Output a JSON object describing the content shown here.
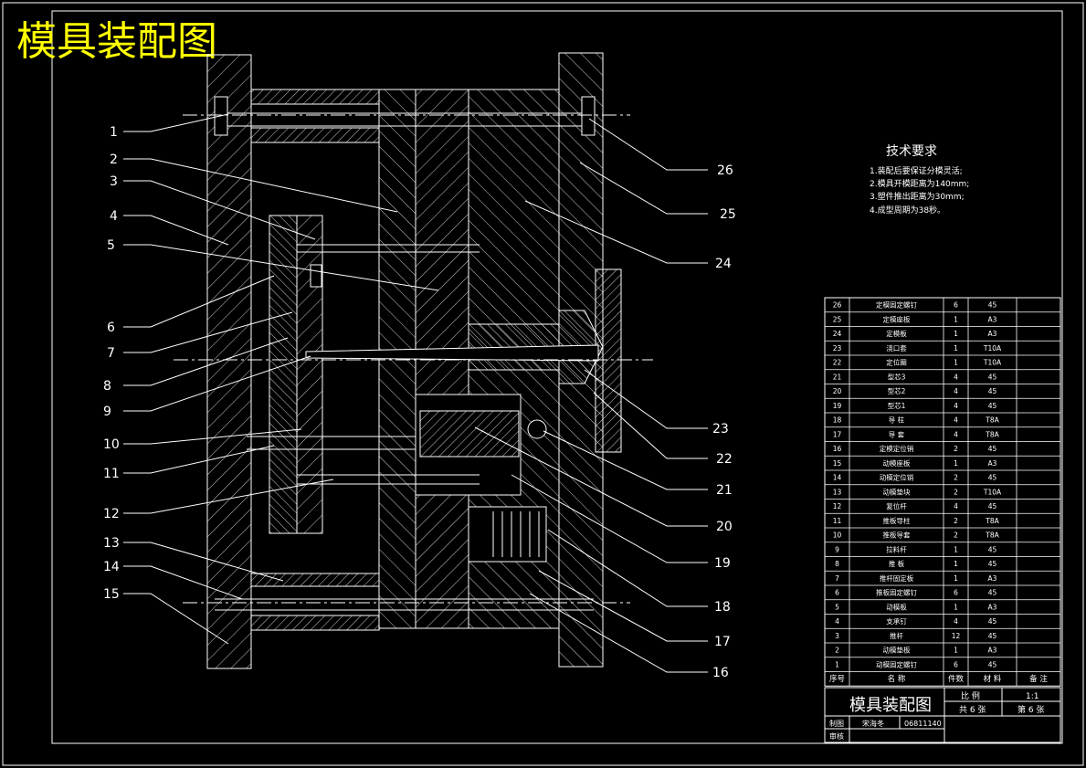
{
  "title": "模具装配图",
  "tech_requirements": {
    "heading": "技术要求",
    "items": [
      "1.装配后要保证分模灵活;",
      "2.模具开模距离为140mm;",
      "3.塑件推出距离为30mm;",
      "4.成型周期为38秒。"
    ]
  },
  "callouts": [
    "1",
    "2",
    "3",
    "4",
    "5",
    "6",
    "7",
    "8",
    "9",
    "10",
    "11",
    "12",
    "13",
    "14",
    "15",
    "16",
    "17",
    "18",
    "19",
    "20",
    "21",
    "22",
    "23",
    "24",
    "25",
    "26"
  ],
  "bom": {
    "rows": [
      {
        "no": "26",
        "name": "定模固定螺钉",
        "qty": "6",
        "mat": "45",
        "note": ""
      },
      {
        "no": "25",
        "name": "定模座板",
        "qty": "1",
        "mat": "A3",
        "note": ""
      },
      {
        "no": "24",
        "name": "定模板",
        "qty": "1",
        "mat": "A3",
        "note": ""
      },
      {
        "no": "23",
        "name": "浇口套",
        "qty": "1",
        "mat": "T10A",
        "note": ""
      },
      {
        "no": "22",
        "name": "定位圈",
        "qty": "1",
        "mat": "T10A",
        "note": ""
      },
      {
        "no": "21",
        "name": "型芯3",
        "qty": "4",
        "mat": "45",
        "note": ""
      },
      {
        "no": "20",
        "name": "型芯2",
        "qty": "4",
        "mat": "45",
        "note": ""
      },
      {
        "no": "19",
        "name": "型芯1",
        "qty": "4",
        "mat": "45",
        "note": ""
      },
      {
        "no": "18",
        "name": "导 柱",
        "qty": "4",
        "mat": "T8A",
        "note": ""
      },
      {
        "no": "17",
        "name": "导 套",
        "qty": "4",
        "mat": "T8A",
        "note": ""
      },
      {
        "no": "16",
        "name": "定模定位销",
        "qty": "2",
        "mat": "45",
        "note": ""
      },
      {
        "no": "15",
        "name": "动模座板",
        "qty": "1",
        "mat": "A3",
        "note": ""
      },
      {
        "no": "14",
        "name": "动模定位销",
        "qty": "2",
        "mat": "45",
        "note": ""
      },
      {
        "no": "13",
        "name": "动模垫块",
        "qty": "2",
        "mat": "T10A",
        "note": ""
      },
      {
        "no": "12",
        "name": "复位杆",
        "qty": "4",
        "mat": "45",
        "note": ""
      },
      {
        "no": "11",
        "name": "推板导柱",
        "qty": "2",
        "mat": "T8A",
        "note": ""
      },
      {
        "no": "10",
        "name": "推板导套",
        "qty": "2",
        "mat": "T8A",
        "note": ""
      },
      {
        "no": "9",
        "name": "拉料杆",
        "qty": "1",
        "mat": "45",
        "note": ""
      },
      {
        "no": "8",
        "name": "推 板",
        "qty": "1",
        "mat": "45",
        "note": ""
      },
      {
        "no": "7",
        "name": "推杆固定板",
        "qty": "1",
        "mat": "A3",
        "note": ""
      },
      {
        "no": "6",
        "name": "推板固定螺钉",
        "qty": "6",
        "mat": "45",
        "note": ""
      },
      {
        "no": "5",
        "name": "动模板",
        "qty": "1",
        "mat": "A3",
        "note": ""
      },
      {
        "no": "4",
        "name": "支承钉",
        "qty": "4",
        "mat": "45",
        "note": ""
      },
      {
        "no": "3",
        "name": "推杆",
        "qty": "12",
        "mat": "45",
        "note": ""
      },
      {
        "no": "2",
        "name": "动模垫板",
        "qty": "1",
        "mat": "A3",
        "note": ""
      },
      {
        "no": "1",
        "name": "动模固定螺钉",
        "qty": "6",
        "mat": "45",
        "note": ""
      }
    ],
    "header": {
      "no": "序号",
      "name": "名 称",
      "qty": "件数",
      "mat": "材 料",
      "note": "备 注"
    }
  },
  "title_block": {
    "name": "模具装配图",
    "scale_label": "比 例",
    "scale_value": "1:1",
    "sheets_total": "共 6 张",
    "sheet_no": "第 6 张",
    "drawn_label": "制图",
    "drawn_by": "宋海冬",
    "drawing_no": "06811140",
    "reviewed_label": "审核"
  },
  "colors": {
    "background": "#000000",
    "lines": "#ffffff",
    "title": "#ffff00"
  }
}
